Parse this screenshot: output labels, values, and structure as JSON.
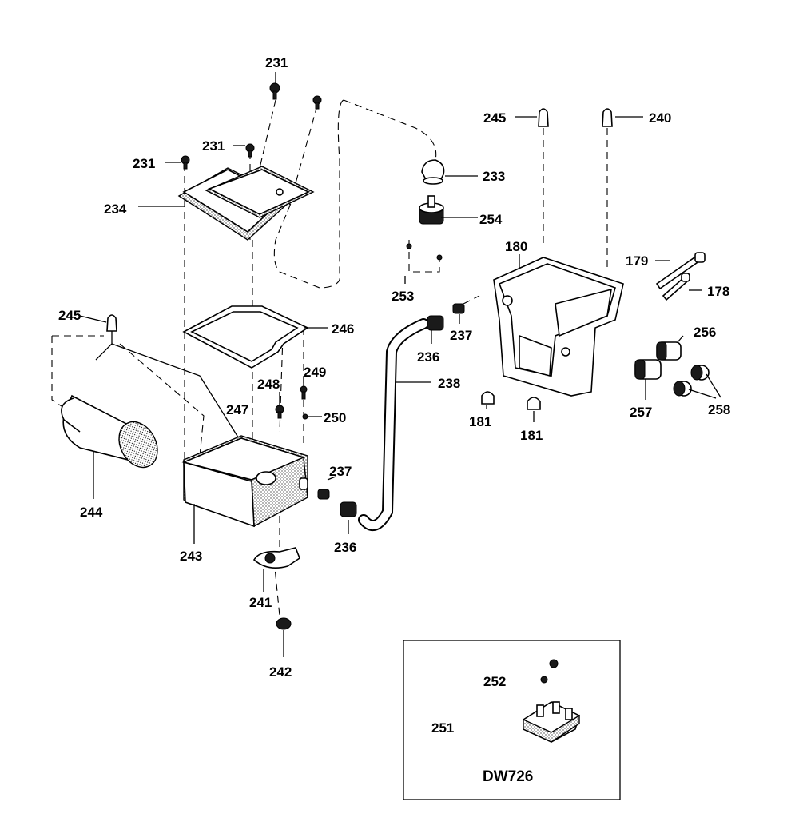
{
  "labels": {
    "l231a": "231",
    "l231b": "231",
    "l231c": "231",
    "l234": "234",
    "l233": "233",
    "l254": "254",
    "l253": "253",
    "l245a": "245",
    "l240": "240",
    "l180": "180",
    "l179": "179",
    "l178": "178",
    "l245b": "245",
    "l246": "246",
    "l236a": "236",
    "l237a": "237",
    "l238": "238",
    "l256": "256",
    "l249": "249",
    "l248": "248",
    "l247": "247",
    "l250": "250",
    "l181a": "181",
    "l181b": "181",
    "l257": "257",
    "l258": "258",
    "l244": "244",
    "l237b": "237",
    "l236b": "236",
    "l243": "243",
    "l241": "241",
    "l242": "242",
    "l252": "252",
    "l251": "251"
  },
  "inset": {
    "model": "DW726"
  }
}
